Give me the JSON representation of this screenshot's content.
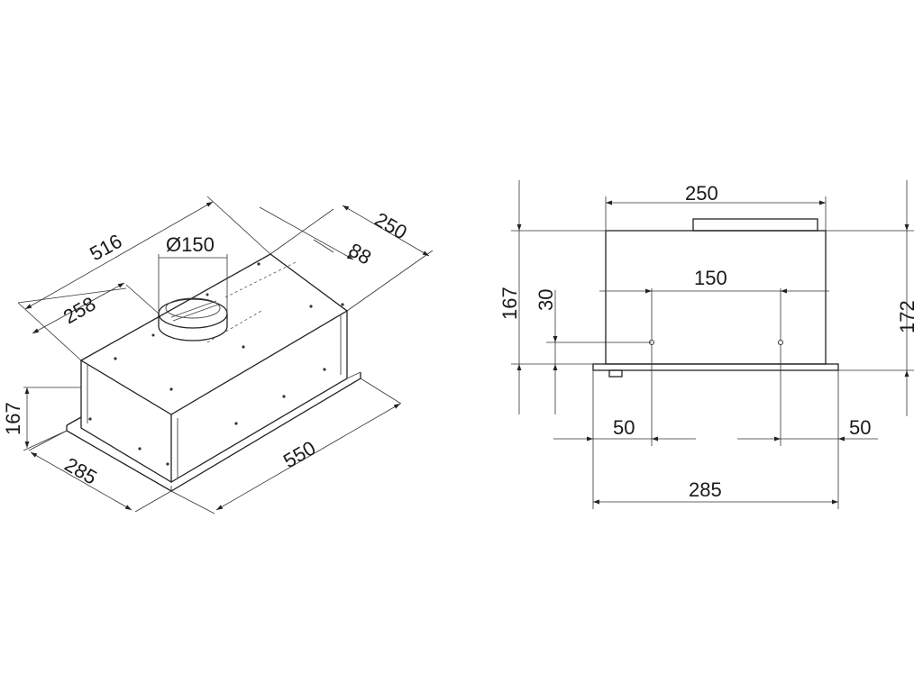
{
  "isometric_view": {
    "dim_length_top": "516",
    "dim_duct_diameter": "Ø150",
    "dim_depth_top": "250",
    "dim_duct_offset_side": "88",
    "dim_duct_offset_front": "258",
    "dim_height": "167",
    "dim_depth_bottom": "285",
    "dim_length_bottom": "550"
  },
  "side_view": {
    "dim_top_width": "250",
    "dim_hole_spacing": "150",
    "dim_height_left": "167",
    "dim_hole_height": "30",
    "dim_height_right": "172",
    "dim_left_margin": "50",
    "dim_right_margin": "50",
    "dim_bottom_width": "285"
  },
  "colors": {
    "line": "#222222",
    "background": "#ffffff"
  }
}
